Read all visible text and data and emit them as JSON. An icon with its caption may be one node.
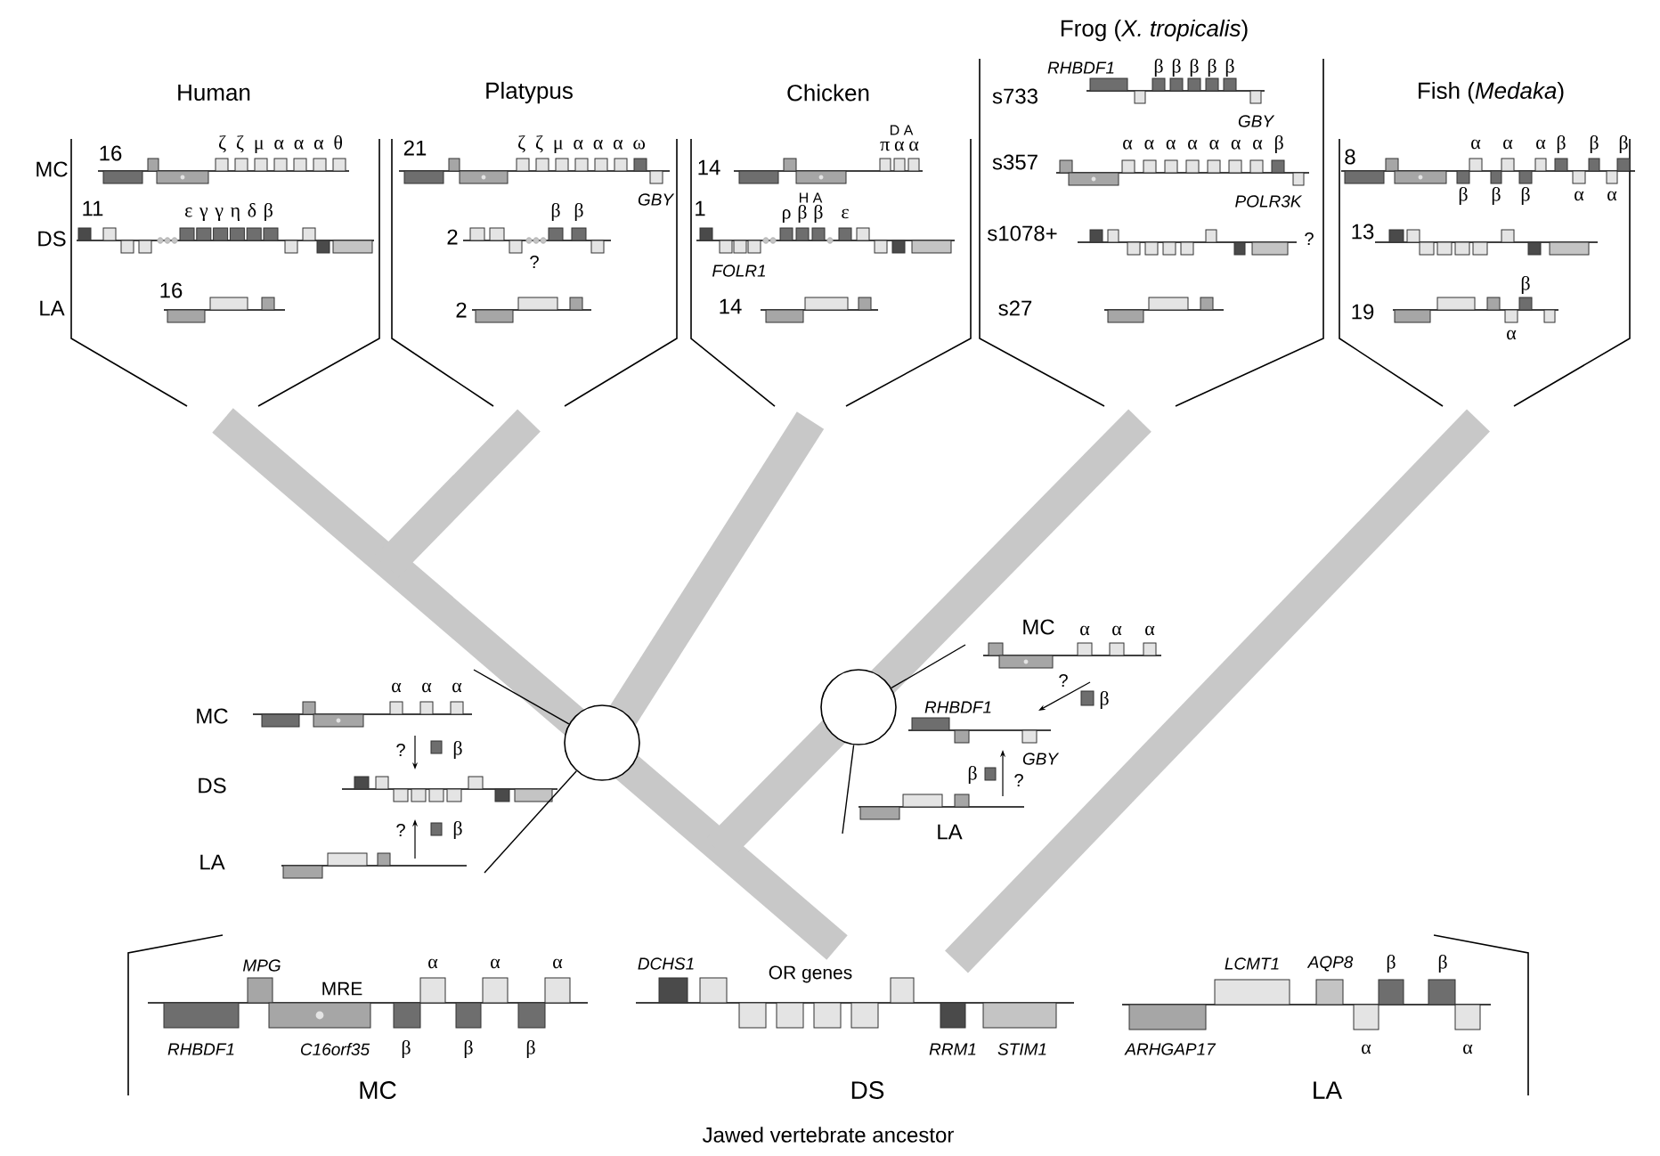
{
  "diagram": {
    "nodes": [
      {
        "text": [],
        "shape": "circle"
      },
      {
        "text": [],
        "shape": "circle"
      }
    ],
    "edges": [
      {
        "from": 0,
        "to": null,
        "arrow": "none"
      },
      {
        "from": 0,
        "to": null,
        "arrow": "none"
      },
      {
        "from": 1,
        "to": null,
        "arrow": "none"
      },
      {
        "from": 1,
        "to": null,
        "arrow": "none"
      }
    ],
    "labels": [
      "Human",
      "Platypus",
      "Chicken",
      "Frog (*X. tropicalis*)",
      "Fish (*Medaka*)",
      "RHBDF1",
      "β β β β β",
      "s733",
      "GBY",
      "MC",
      "16",
      "ζ ζ μ α α α θ",
      "21",
      "ζ ζ μ α α α ω",
      "GBY",
      "14",
      "D A",
      "π α α",
      "α α α α α α α β",
      "s357",
      "POLR3K",
      "8",
      "α",
      "α",
      "α",
      "β",
      "β",
      "β",
      "β",
      "β",
      "β",
      "α",
      "α",
      "DS",
      "11",
      "ε γ γ η δ β",
      "2",
      "β β",
      "?",
      "1",
      "H A",
      "ρ β β",
      "ε",
      "FOLR1",
      "s1078+",
      "?",
      "13",
      "LA",
      "16",
      "2",
      "14",
      "s27",
      "β",
      "19",
      "α",
      "α",
      "α",
      "α",
      "MC",
      "?",
      "β",
      "DS",
      "?",
      "β",
      "LA",
      "MC",
      "α",
      "α",
      "α",
      "?",
      "β",
      "RHBDF1",
      "GBY",
      "β",
      "?",
      "LA",
      "MPG",
      "MRE",
      "α",
      "α",
      "α",
      "DCHS1",
      "OR genes",
      "LCMT1",
      "AQP8",
      "β",
      "β",
      "RHBDF1",
      "C16orf35",
      "β",
      "β",
      "β",
      "RRM1",
      "STIM1",
      "ARHGAP17",
      "α",
      "α",
      "MC",
      "DS",
      "LA",
      "Jawed vertebrate ancestor"
    ]
  }
}
